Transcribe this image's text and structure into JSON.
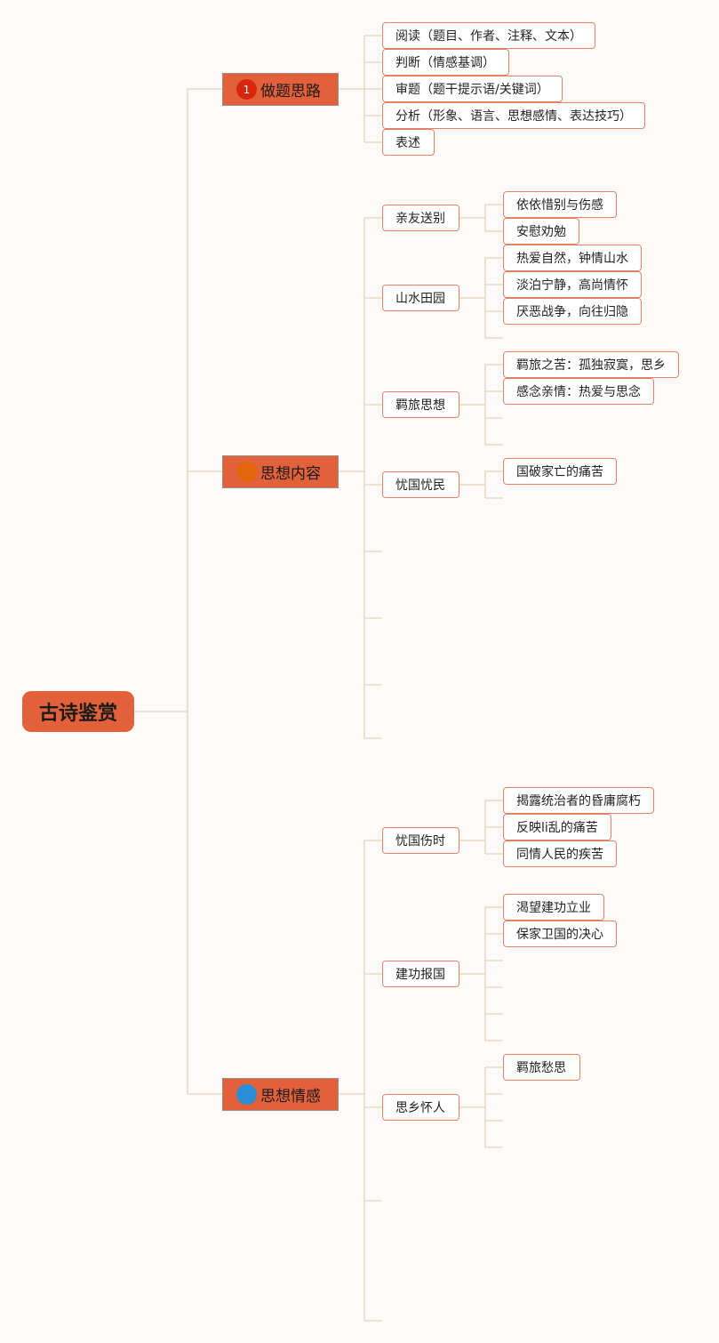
{
  "root": {
    "label": "古诗鉴赏"
  },
  "colors": {
    "accent": "#e2613a",
    "leaf_border": "#e38263",
    "line": "#e9d2b8",
    "badge1": "#d8260f",
    "badge2": "#e3650d",
    "badge3": "#2a8ed6"
  },
  "branches": [
    {
      "label": "做题思路",
      "badge": "1",
      "children": [
        "阅读（题目、作者、注释、文本）",
        "判断（情感基调）",
        "审题（题干提示语/关键词）",
        "分析（形象、语言、思想感情、表达技巧）",
        "表述"
      ]
    },
    {
      "label": "思想内容",
      "badge": "",
      "groups": [
        {
          "label": "亲友送别",
          "items": [
            "依依惜别与伤感",
            "安慰劝勉"
          ]
        },
        {
          "label": "山水田园",
          "items": [
            "热爱自然，钟情山水",
            "淡泊宁静，高尚情怀",
            "厌恶战争，向往归隐"
          ]
        },
        {
          "label": "羁旅思想",
          "items": [
            "羁旅之苦：孤独寂寞，思乡",
            "感念亲情：热爱与思念"
          ]
        },
        {
          "label": "忧国忧民",
          "items": [
            "国破家亡的痛苦"
          ]
        }
      ]
    },
    {
      "label": "思想情感",
      "badge": "",
      "groups": [
        {
          "label": "忧国伤时",
          "items": [
            "揭露统治者的昏庸腐朽",
            "反映li乱的痛苦",
            "同情人民的疾苦"
          ]
        },
        {
          "label": "建功报国",
          "items": [
            "渴望建功立业",
            "保家卫国的决心"
          ]
        },
        {
          "label": "思乡怀人",
          "items": [
            "羁旅愁思"
          ]
        }
      ]
    }
  ]
}
